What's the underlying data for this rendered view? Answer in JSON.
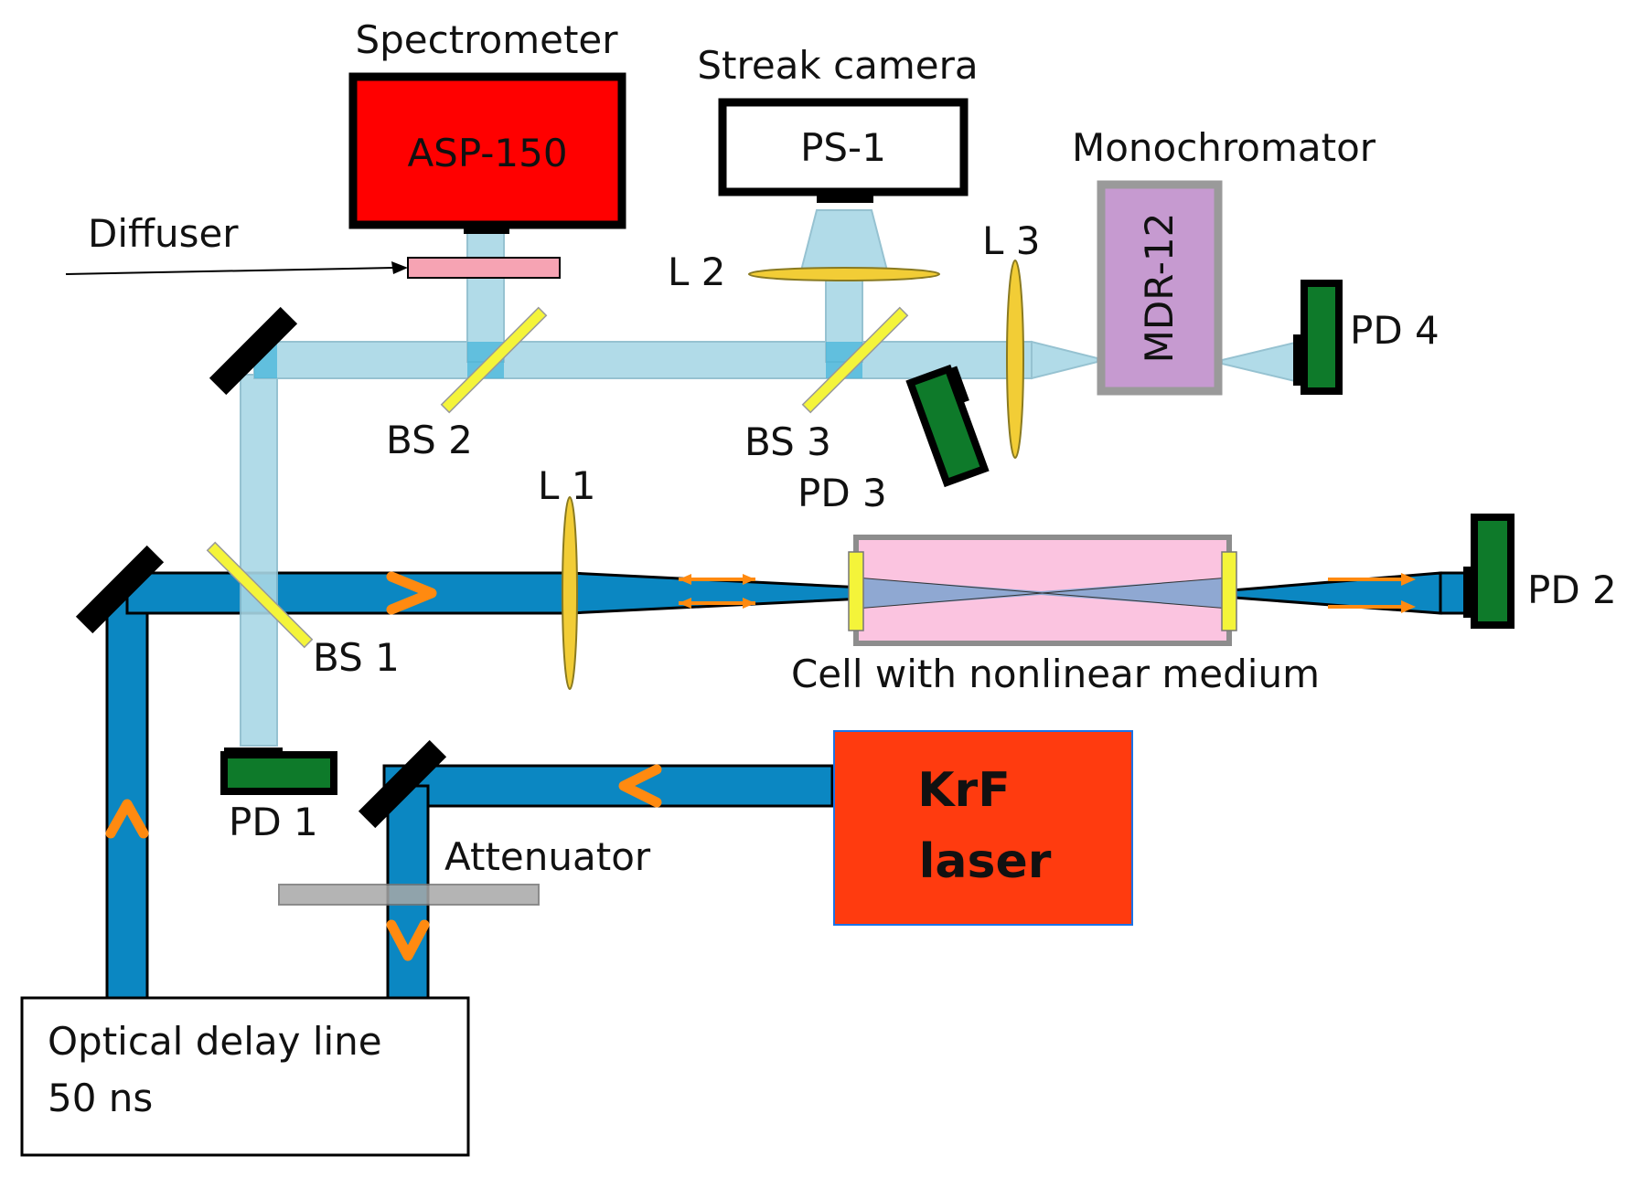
{
  "colors": {
    "main_beam": "#0b87c2",
    "probe_beam": "#a9d8e6",
    "mirror": "#000000",
    "detector": "#0e7a2a",
    "beam_splitter": "#f4f43a",
    "lens": "#f2cd36",
    "spectrometer_box": "#ff0000",
    "laser_box": "#ff3b0f",
    "monochromator_box": "#c69ad0",
    "cell": "#fbc4e0",
    "diffuser": "#f6a3b3",
    "attenuator": "#a8a8a8",
    "arrow": "#ff8a10"
  },
  "labels": {
    "spectrometer": "Spectrometer",
    "asp": "ASP-150",
    "streak_camera": "Streak camera",
    "ps1": "PS-1",
    "monochromator": "Monochromator",
    "mdr": "MDR-12",
    "diffuser": "Diffuser",
    "l1": "L 1",
    "l2": "L 2",
    "l3": "L 3",
    "bs1": "BS 1",
    "bs2": "BS 2",
    "bs3": "BS 3",
    "pd1": "PD 1",
    "pd2": "PD 2",
    "pd3": "PD 3",
    "pd4": "PD 4",
    "cell": "Cell with nonlinear medium",
    "laser_line1": "KrF",
    "laser_line2": "laser",
    "attenuator": "Attenuator",
    "delay_line1": "Optical delay line",
    "delay_line2": "50 ns"
  }
}
